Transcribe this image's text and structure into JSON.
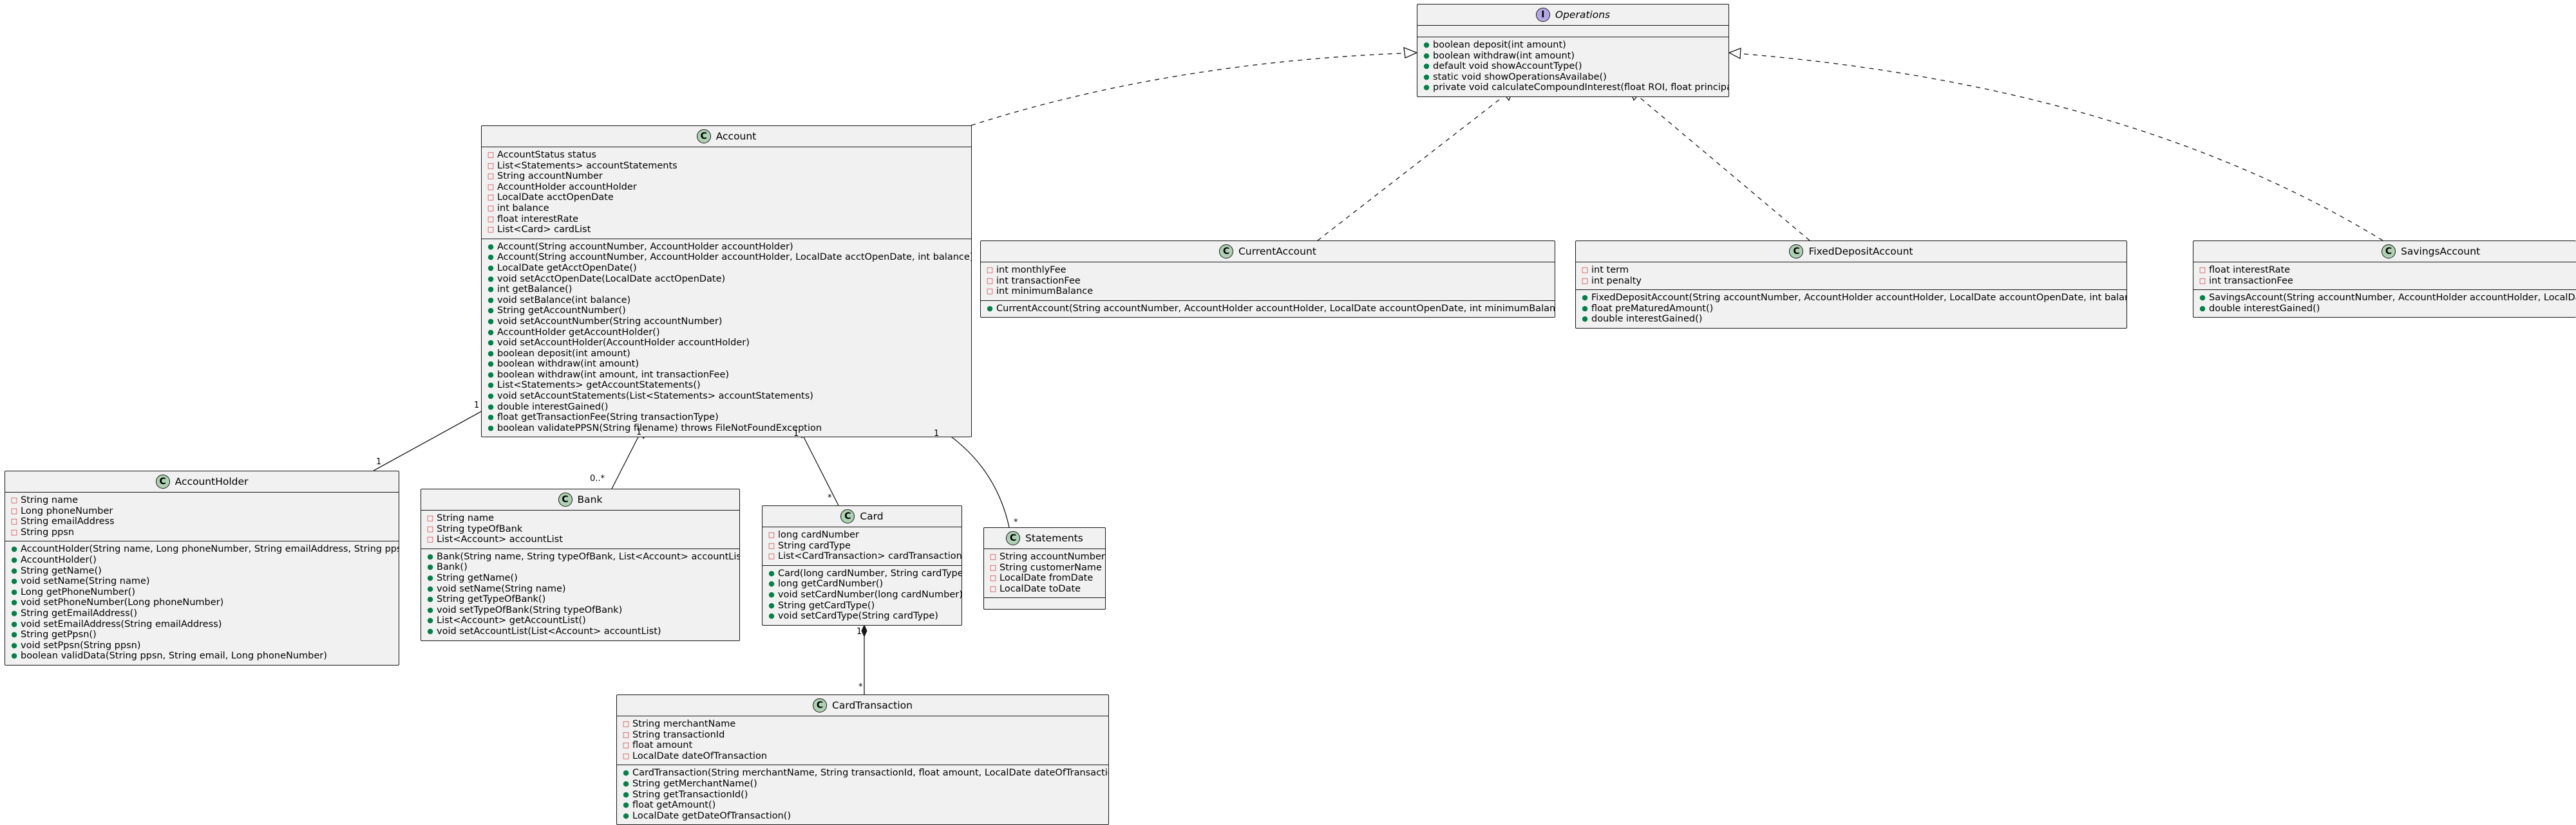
{
  "diagram": {
    "classes": [
      {
        "id": "operations",
        "name": "Operations",
        "kind": "interface",
        "attributes": [],
        "methods": [
          "boolean deposit(int amount)",
          "boolean withdraw(int amount)",
          "default void showAccountType()",
          "static void showOperationsAvailabe()",
          "private void calculateCompoundInterest(float ROI, float principal)"
        ]
      },
      {
        "id": "account",
        "name": "Account",
        "kind": "class",
        "attributes": [
          "AccountStatus status",
          "List<Statements> accountStatements",
          "String accountNumber",
          "AccountHolder accountHolder",
          "LocalDate acctOpenDate",
          "int balance",
          "float interestRate",
          "List<Card> cardList"
        ],
        "methods": [
          "Account(String accountNumber, AccountHolder accountHolder)",
          "Account(String accountNumber, AccountHolder accountHolder, LocalDate acctOpenDate, int balance)",
          "LocalDate getAcctOpenDate()",
          "void setAcctOpenDate(LocalDate acctOpenDate)",
          "int getBalance()",
          "void setBalance(int balance)",
          "String getAccountNumber()",
          "void setAccountNumber(String accountNumber)",
          "AccountHolder getAccountHolder()",
          "void setAccountHolder(AccountHolder accountHolder)",
          "boolean deposit(int amount)",
          "boolean withdraw(int amount)",
          "boolean withdraw(int amount, int transactionFee)",
          "List<Statements> getAccountStatements()",
          "void setAccountStatements(List<Statements> accountStatements)",
          "double interestGained()",
          "float getTransactionFee(String transactionType)",
          "boolean validatePPSN(String filename) throws FileNotFoundException"
        ]
      },
      {
        "id": "currentaccount",
        "name": "CurrentAccount",
        "kind": "class",
        "attributes": [
          "int monthlyFee",
          "int transactionFee",
          "int minimumBalance"
        ],
        "methods": [
          "CurrentAccount(String accountNumber, AccountHolder accountHolder, LocalDate accountOpenDate, int minimumBalance)"
        ]
      },
      {
        "id": "fixeddepositaccount",
        "name": "FixedDepositAccount",
        "kind": "class",
        "attributes": [
          "int term",
          "int penalty"
        ],
        "methods": [
          "FixedDepositAccount(String accountNumber, AccountHolder accountHolder, LocalDate accountOpenDate, int balance, int term)",
          "float preMaturedAmount()",
          "double interestGained()"
        ]
      },
      {
        "id": "savingsaccount",
        "name": "SavingsAccount",
        "kind": "class",
        "attributes": [
          "float interestRate",
          "int transactionFee"
        ],
        "methods": [
          "SavingsAccount(String accountNumber, AccountHolder accountHolder, LocalDate",
          "double interestGained()"
        ]
      },
      {
        "id": "accountholder",
        "name": "AccountHolder",
        "kind": "class",
        "attributes": [
          "String name",
          "Long phoneNumber",
          "String emailAddress",
          "String ppsn"
        ],
        "methods": [
          "AccountHolder(String name, Long phoneNumber, String emailAddress, String ppsn)",
          "AccountHolder()",
          "String getName()",
          "void setName(String name)",
          "Long getPhoneNumber()",
          "void setPhoneNumber(Long phoneNumber)",
          "String getEmailAddress()",
          "void setEmailAddress(String emailAddress)",
          "String getPpsn()",
          "void setPpsn(String ppsn)",
          "boolean validData(String ppsn, String email, Long phoneNumber)"
        ]
      },
      {
        "id": "bank",
        "name": "Bank",
        "kind": "class",
        "attributes": [
          "String name",
          "String typeOfBank",
          "List<Account> accountList"
        ],
        "methods": [
          "Bank(String name, String typeOfBank, List<Account> accountList)",
          "Bank()",
          "String getName()",
          "void setName(String name)",
          "String getTypeOfBank()",
          "void setTypeOfBank(String typeOfBank)",
          "List<Account> getAccountList()",
          "void setAccountList(List<Account> accountList)"
        ]
      },
      {
        "id": "card",
        "name": "Card",
        "kind": "class",
        "attributes": [
          "long cardNumber",
          "String cardType",
          "List<CardTransaction> cardTransaction"
        ],
        "methods": [
          "Card(long cardNumber, String cardType)",
          "long getCardNumber()",
          "void setCardNumber(long cardNumber)",
          "String getCardType()",
          "void setCardType(String cardType)"
        ]
      },
      {
        "id": "statements",
        "name": "Statements",
        "kind": "class",
        "attributes": [
          "String accountNumber",
          "String customerName",
          "LocalDate fromDate",
          "LocalDate toDate"
        ],
        "methods": []
      },
      {
        "id": "cardtransaction",
        "name": "CardTransaction",
        "kind": "class",
        "attributes": [
          "String merchantName",
          "String transactionId",
          "float amount",
          "LocalDate dateOfTransaction"
        ],
        "methods": [
          "CardTransaction(String merchantName, String transactionId, float amount, LocalDate dateOfTransaction)",
          "String getMerchantName()",
          "String getTransactionId()",
          "float getAmount()",
          "LocalDate getDateOfTransaction()"
        ]
      }
    ],
    "relations": [
      {
        "from": "account",
        "to": "operations",
        "type": "realization"
      },
      {
        "from": "currentaccount",
        "to": "operations",
        "type": "realization"
      },
      {
        "from": "fixeddepositaccount",
        "to": "operations",
        "type": "realization"
      },
      {
        "from": "savingsaccount",
        "to": "operations",
        "type": "realization"
      },
      {
        "from": "account",
        "to": "accountholder",
        "type": "composition",
        "from_label": "1",
        "to_label": "1"
      },
      {
        "from": "account",
        "to": "bank",
        "type": "composition",
        "from_label": "1",
        "to_label": "0..*"
      },
      {
        "from": "account",
        "to": "card",
        "type": "composition",
        "from_label": "1",
        "to_label": "*"
      },
      {
        "from": "account",
        "to": "statements",
        "type": "composition",
        "from_label": "1",
        "to_label": "*"
      },
      {
        "from": "card",
        "to": "cardtransaction",
        "type": "composition",
        "from_label": "1",
        "to_label": "*"
      }
    ],
    "visibility": {
      "attributes": "private",
      "methods": "public"
    },
    "colors": {
      "class_fill": "#f1f1f1",
      "border": "#181818",
      "class_badge": "#add1b2",
      "interface_badge": "#b4a7e5",
      "private_marker": "#c82930",
      "public_marker": "#038048"
    }
  }
}
